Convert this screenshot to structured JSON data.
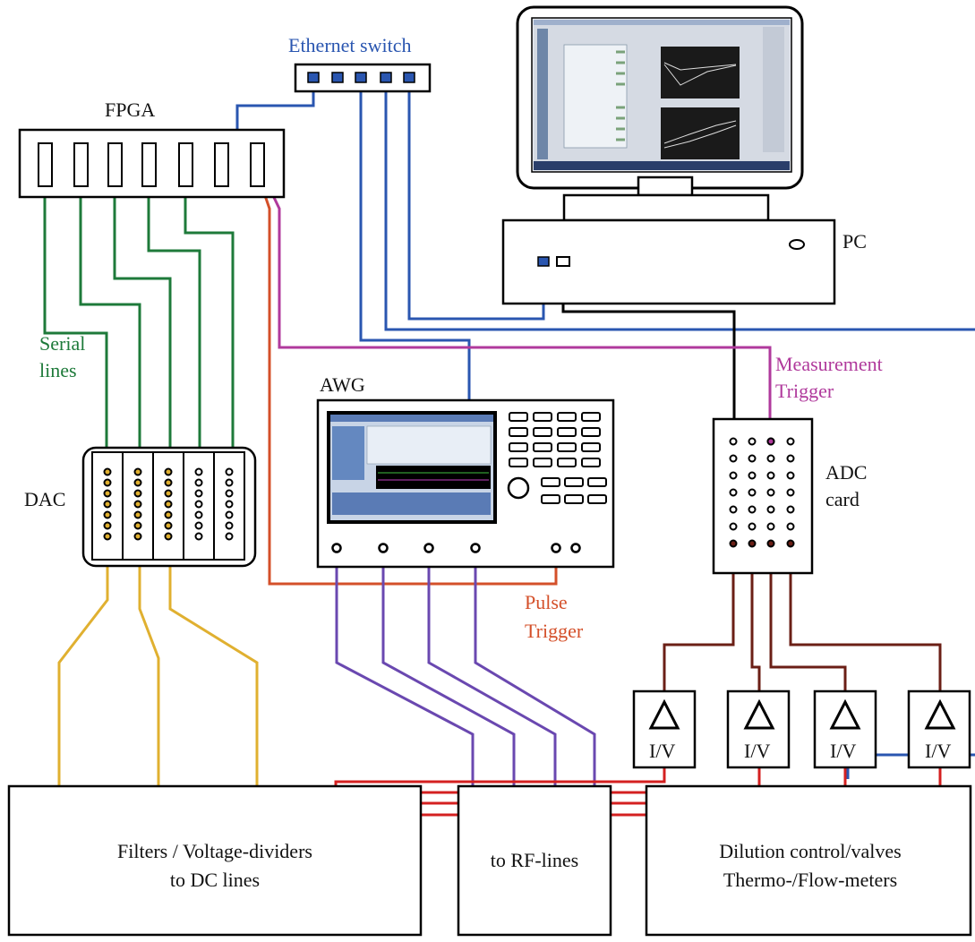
{
  "labels": {
    "ethernet_switch": "Ethernet switch",
    "fpga": "FPGA",
    "pc": "PC",
    "serial_lines_1": "Serial",
    "serial_lines_2": "lines",
    "awg": "AWG",
    "measurement_trigger_1": "Measurement",
    "measurement_trigger_2": "Trigger",
    "dac": "DAC",
    "adc_card_1": "ADC",
    "adc_card_2": "card",
    "pulse_trigger_1": "Pulse",
    "pulse_trigger_2": "Trigger",
    "iv_1": "I/V",
    "iv_2": "I/V",
    "iv_3": "I/V",
    "iv_4": "I/V",
    "filters_1": "Filters / Voltage-dividers",
    "filters_2": "to DC lines",
    "rf_lines": "to RF-lines",
    "dilution_1": "Dilution control/valves",
    "dilution_2": "Thermo-/Flow-meters"
  },
  "colors": {
    "ethernet": "#2a56b0",
    "serial": "#1e7a3a",
    "measurement_trigger": "#b03a9c",
    "pulse_trigger": "#d4502a",
    "dc_lines": "#e0b030",
    "rf_lines": "#6a48b0",
    "adc_lines": "#6b1f16",
    "return_lines": "#d42020",
    "text_default": "#111111"
  }
}
